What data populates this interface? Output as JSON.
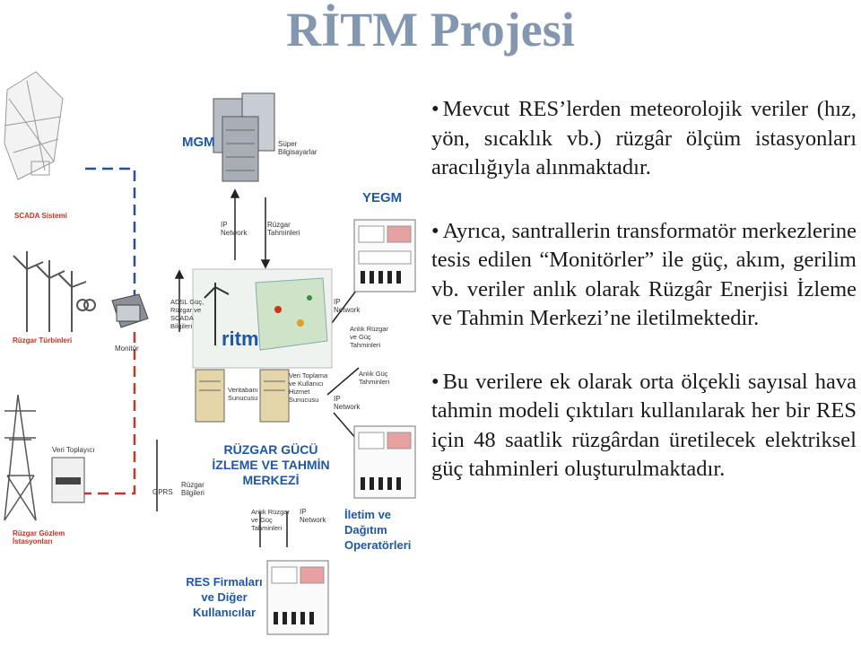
{
  "title": "RİTM Projesi",
  "bullets": [
    "Mevcut RES’lerden meteorolojik veriler (hız, yön, sıcaklık vb.) rüzgâr ölçüm istasyonları aracılığıyla alınmaktadır.",
    "Ayrıca, santrallerin transformatör merkezlerine tesis edilen “Monitörler” ile güç, akım, gerilim vb. veriler anlık olarak Rüzgâr Enerjisi İzleme ve Tahmin Merkezi’ne iletilmektedir.",
    "Bu verilere ek olarak orta ölçekli sayısal hava tahmin modeli çıktıları kullanılarak her bir RES için 48 saatlik rüzgârdan üretilecek elektriksel güç tahminleri oluşturulmaktadır."
  ],
  "diagram": {
    "mgm": "MGM",
    "super_computer": "Süper Bilgisayarlar",
    "scada": "SCADA Sistemi",
    "yegm": "YEGM",
    "ip_network": "IP Network",
    "wind_forecasts": "Rüzgar Tahminleri",
    "adsl": "ADSL Güç, Rüzgar ve SCADA Bilgileri",
    "turbines": "Rüzgar Türbinleri",
    "monitor": "Monitör",
    "ritm_logo": "ritm",
    "realtime_forecasts": "Anlık Rüzgar ve Güç Tahminleri",
    "realtime_power": "Anlık Güç Tahminleri",
    "db_server": "Veritabanı Sunucusu",
    "collector_server": "Veri Toplama ve Kullanıcı Hizmet Sunucusu",
    "data_collector": "Veri Toplayıcı",
    "center": "RÜZGAR GÜCÜ İZLEME VE TAHMİN MERKEZİ",
    "gprs": "GPRS",
    "wind_info": "Rüzgar Bilgileri",
    "station": "Rüzgar Gözlem İstasyonları",
    "operators": "İletim ve Dağıtım Operatörleri",
    "res_firms": "RES Firmaları ve Diğer Kullanıcılar"
  }
}
